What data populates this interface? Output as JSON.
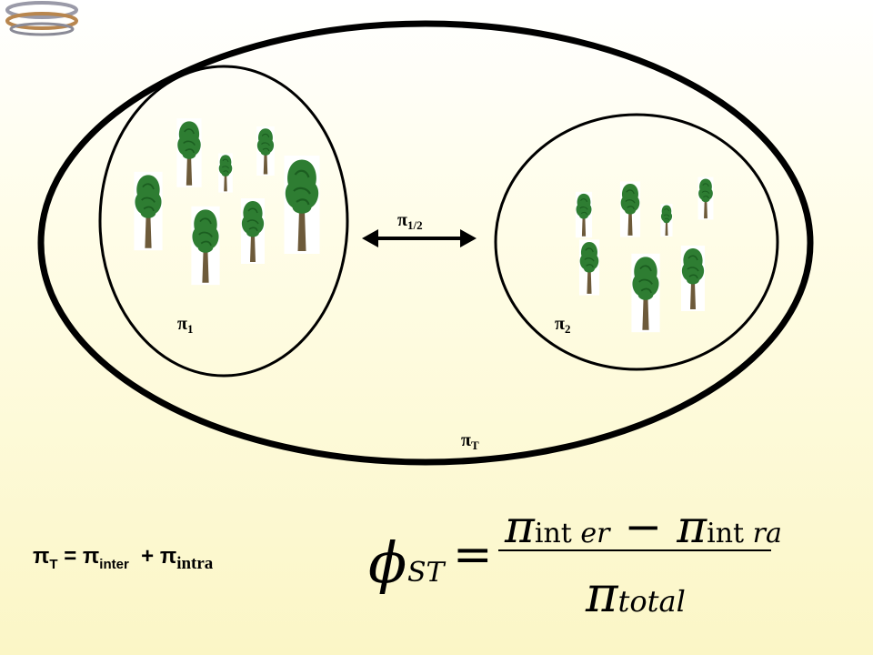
{
  "diagram": {
    "labels": {
      "pi_1_sym": "π",
      "pi_1_sub": "1",
      "pi_2_sym": "π",
      "pi_2_sub": "2",
      "pi_12_sym": "π",
      "pi_12_sub": "1/2",
      "pi_t_sym": "π",
      "pi_t_sub": "T"
    },
    "tree_color": "#2e7d32",
    "trunk_color": "#6d5a3a",
    "logo_icon": "dna-helix-icon"
  },
  "equation_left": {
    "t1": "π",
    "t1_sub": "T",
    "eq": "=",
    "t2": "π",
    "t2_sub": "inter",
    "plus": "+",
    "t3": "π",
    "t3_sub": "intra"
  },
  "equation_right": {
    "phi": "ϕ",
    "phi_sub": "ST",
    "equals": "=",
    "num_pi1": "π",
    "num_sub1a": "int ",
    "num_sub1b": "er",
    "minus": "−",
    "num_pi2": "π",
    "num_sub2a": "int ",
    "num_sub2b": "ra",
    "den_pi": "π",
    "den_sub": "total"
  }
}
